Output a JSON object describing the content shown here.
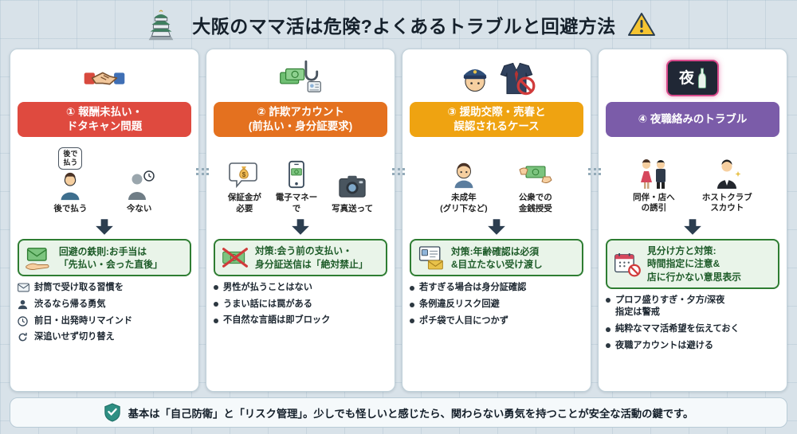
{
  "header": {
    "title": "大阪のママ活は危険?よくあるトラブルと回避方法"
  },
  "columns": [
    {
      "title": "① 報酬未払い・\nドタキャン問題",
      "color": "#df4a3f",
      "bubble": "後で\n払う",
      "items": [
        {
          "label": "後で払う"
        },
        {
          "label": "今ない"
        }
      ],
      "solution": "回避の鉄則:お手当は\n「先払い・会った直後」",
      "bullets": [
        "封筒で受け取る習慣を",
        "渋るなら帰る勇気",
        "前日・出発時リマインド",
        "深追いせず切り替え"
      ]
    },
    {
      "title": "② 詐欺アカウント\n(前払い・身分証要求)",
      "color": "#e4711f",
      "items": [
        {
          "label": "保証金が\n必要"
        },
        {
          "label": "電子マネー\nで"
        },
        {
          "label": "写真送って"
        }
      ],
      "solution": "対策:会う前の支払い・\n身分証送信は「絶対禁止」",
      "bullets": [
        "男性が払うことはない",
        "うまい話には罠がある",
        "不自然な言語は即ブロック"
      ]
    },
    {
      "title": "③ 援助交際・売春と\n誤認されるケース",
      "color": "#efa311",
      "items": [
        {
          "label": "未成年\n(グリ下など)"
        },
        {
          "label": "公衆での\n金銭授受"
        }
      ],
      "solution": "対策:年齢確認は必須\n&目立たない受け渡し",
      "bullets": [
        "若すぎる場合は身分証確認",
        "条例違反リスク回避",
        "ポチ袋で人目につかず"
      ]
    },
    {
      "title": "④ 夜職絡みのトラブル",
      "color": "#7b5ca9",
      "neon_text": "夜",
      "items": [
        {
          "label": "同伴・店へ\nの誘引"
        },
        {
          "label": "ホストクラブ\nスカウト"
        }
      ],
      "solution": "見分け方と対策:\n時間指定に注意&\n店に行かない意思表示",
      "bullets": [
        "プロフ盛りすぎ・夕方/深夜\n指定は警戒",
        "純粋なママ活希望を伝えておく",
        "夜職アカウントは避ける"
      ]
    }
  ],
  "footer": {
    "text": "基本は「自己防衛」と「リスク管理」。少しでも怪しいと感じたら、関わらない勇気を持つことが安全な活動の鍵です。"
  },
  "colors": {
    "solution_green": "#2e7d32",
    "solution_bg": "#e9f4e9",
    "arrow": "#2c3e50",
    "background": "#d8e2e9",
    "card_border": "#bfd0d9"
  }
}
